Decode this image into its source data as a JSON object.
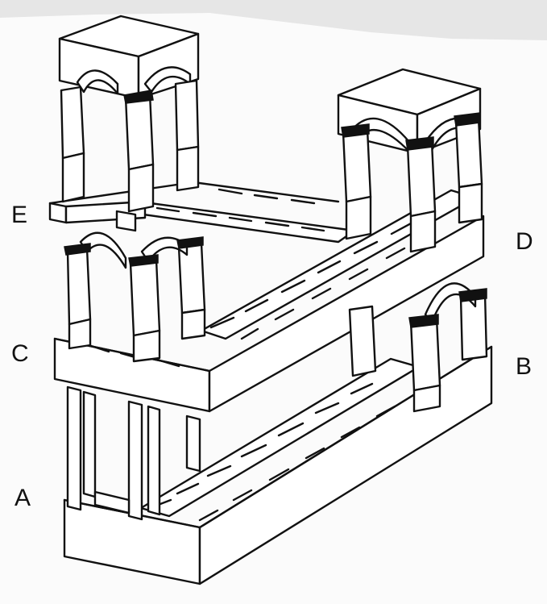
{
  "labels": {
    "a": "A",
    "b": "B",
    "c": "C",
    "d": "D",
    "e": "E"
  },
  "colors": {
    "paper": "#ffffff",
    "scan_shadow": "#e9e9e9",
    "ink": "#111111"
  }
}
